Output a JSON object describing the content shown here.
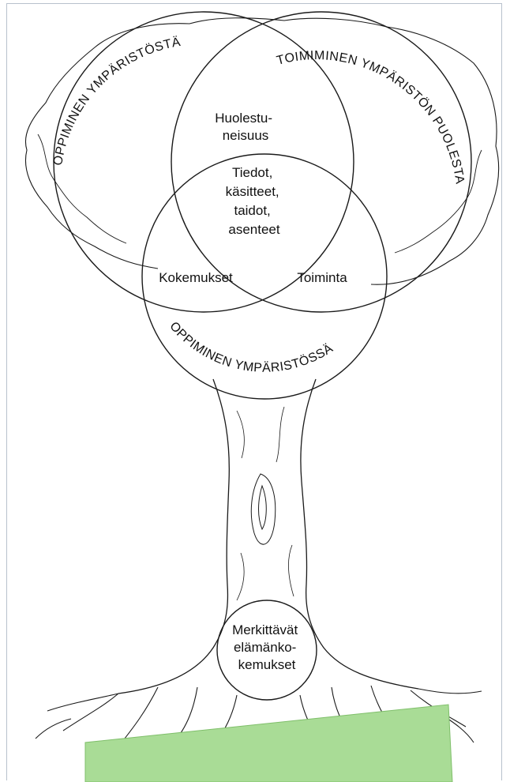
{
  "diagram": {
    "circles": {
      "left": "OPPIMINEN YMPÄRISTÖSTÄ",
      "right": "TOIMIMINEN YMPÄRISTÖN PUOLESTA",
      "bottom": "OPPIMINEN YMPÄRISTÖSSÄ"
    },
    "regions": {
      "top_overlap": [
        "Huolestu-",
        "neisuus"
      ],
      "center": [
        "Tiedot,",
        "käsitteet,",
        "taidot,",
        "asenteet"
      ],
      "left_bottom_overlap": "Kokemukset",
      "right_bottom_overlap": "Toiminta",
      "root": [
        "Merkittävät",
        "elämänko-",
        "kemukset"
      ]
    },
    "colors": {
      "line": "#1a1a1a",
      "note_fill": "#a9dc96",
      "note_border": "#7fbf6a",
      "frame_border": "#b8c1cc"
    }
  }
}
